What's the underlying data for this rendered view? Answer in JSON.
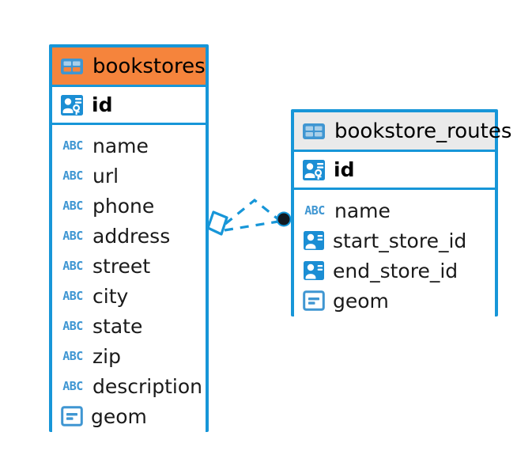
{
  "diagram": {
    "title": "bookstores / bookstore_routes ER diagram",
    "background": "#ffffff",
    "accent_blue": "#1796d8",
    "header_orange": "#f5843c",
    "header_grey": "#eaeaea",
    "connector_dot_color": "#111a22"
  },
  "entities": [
    {
      "name": "bookstores",
      "header_style": "orange",
      "header_icon": "table-icon",
      "primary_key": {
        "label": "id",
        "icon": "primary-key-icon"
      },
      "fields": [
        {
          "label": "name",
          "icon": "abc-icon"
        },
        {
          "label": "url",
          "icon": "abc-icon"
        },
        {
          "label": "phone",
          "icon": "abc-icon"
        },
        {
          "label": "address",
          "icon": "abc-icon"
        },
        {
          "label": "street",
          "icon": "abc-icon"
        },
        {
          "label": "city",
          "icon": "abc-icon"
        },
        {
          "label": "state",
          "icon": "abc-icon"
        },
        {
          "label": "zip",
          "icon": "abc-icon"
        },
        {
          "label": "description",
          "icon": "abc-icon"
        },
        {
          "label": "geom",
          "icon": "geometry-icon"
        }
      ]
    },
    {
      "name": "bookstore_routes",
      "header_style": "grey",
      "header_icon": "table-icon",
      "primary_key": {
        "label": "id",
        "icon": "primary-key-icon"
      },
      "fields": [
        {
          "label": "name",
          "icon": "abc-icon"
        },
        {
          "label": "start_store_id",
          "icon": "foreign-key-icon"
        },
        {
          "label": "end_store_id",
          "icon": "foreign-key-icon"
        },
        {
          "label": "geom",
          "icon": "geometry-icon"
        }
      ]
    }
  ],
  "relationship": {
    "from_entity": "bookstores",
    "to_entity": "bookstore_routes",
    "from_marker": "diamond",
    "to_marker": "filled-circle",
    "line_style": "dashed",
    "line_color": "#1796d8"
  },
  "icon_glyphs": {
    "abc-icon": "ABC"
  }
}
